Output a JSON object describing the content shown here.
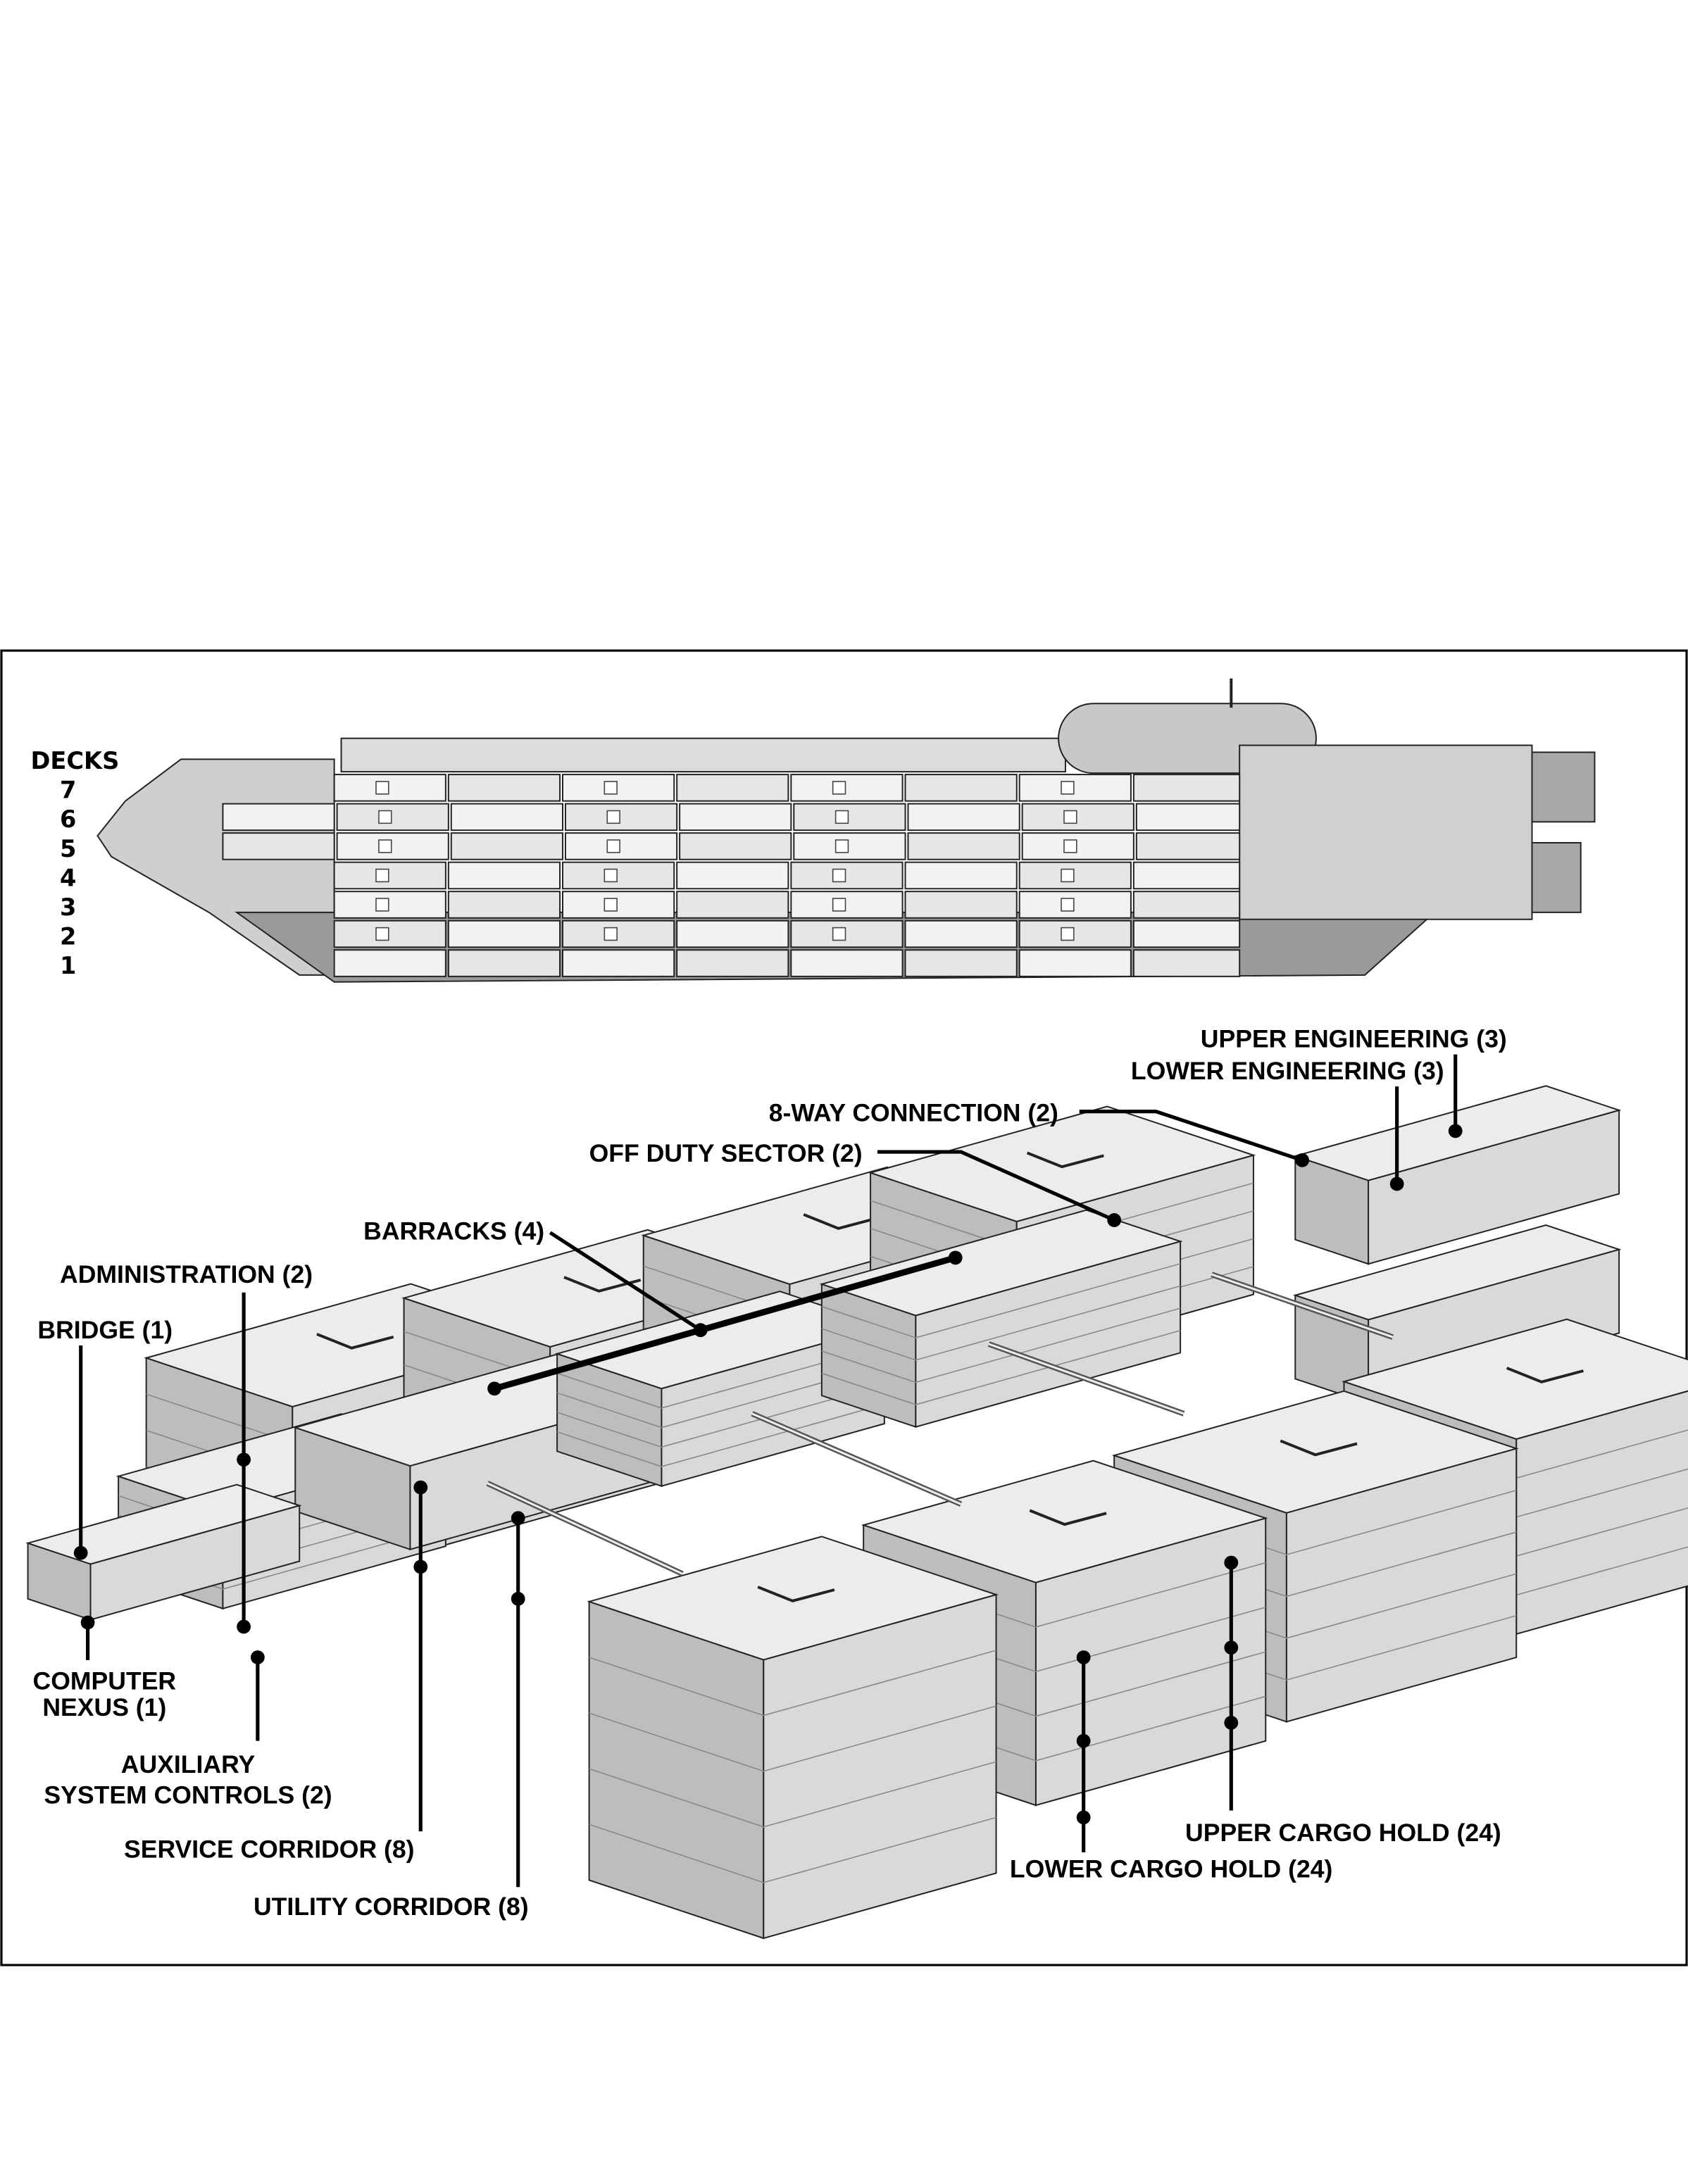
{
  "decks": {
    "title": "DECKS",
    "numbers": [
      "7",
      "6",
      "5",
      "4",
      "3",
      "2",
      "1"
    ]
  },
  "labels": {
    "upper_engineering": "UPPER ENGINEERING (3)",
    "lower_engineering": "LOWER ENGINEERING (3)",
    "eight_way_connection": "8-WAY CONNECTION (2)",
    "off_duty_sector": "OFF DUTY SECTOR (2)",
    "barracks": "BARRACKS (4)",
    "administration": "ADMINISTRATION (2)",
    "bridge": "BRIDGE (1)",
    "computer_nexus_line1": "COMPUTER",
    "computer_nexus_line2": "NEXUS (1)",
    "auxiliary_line1": "AUXILIARY",
    "auxiliary_line2": "SYSTEM CONTROLS (2)",
    "service_corridor": "SERVICE CORRIDOR (8)",
    "utility_corridor": "UTILITY CORRIDOR (8)",
    "upper_cargo_hold": "UPPER CARGO HOLD (24)",
    "lower_cargo_hold": "LOWER CARGO HOLD (24)"
  },
  "colors": {
    "ink": "#000000",
    "top": "#ececec",
    "front": "#d9d9d9",
    "side": "#bdbdbd"
  }
}
